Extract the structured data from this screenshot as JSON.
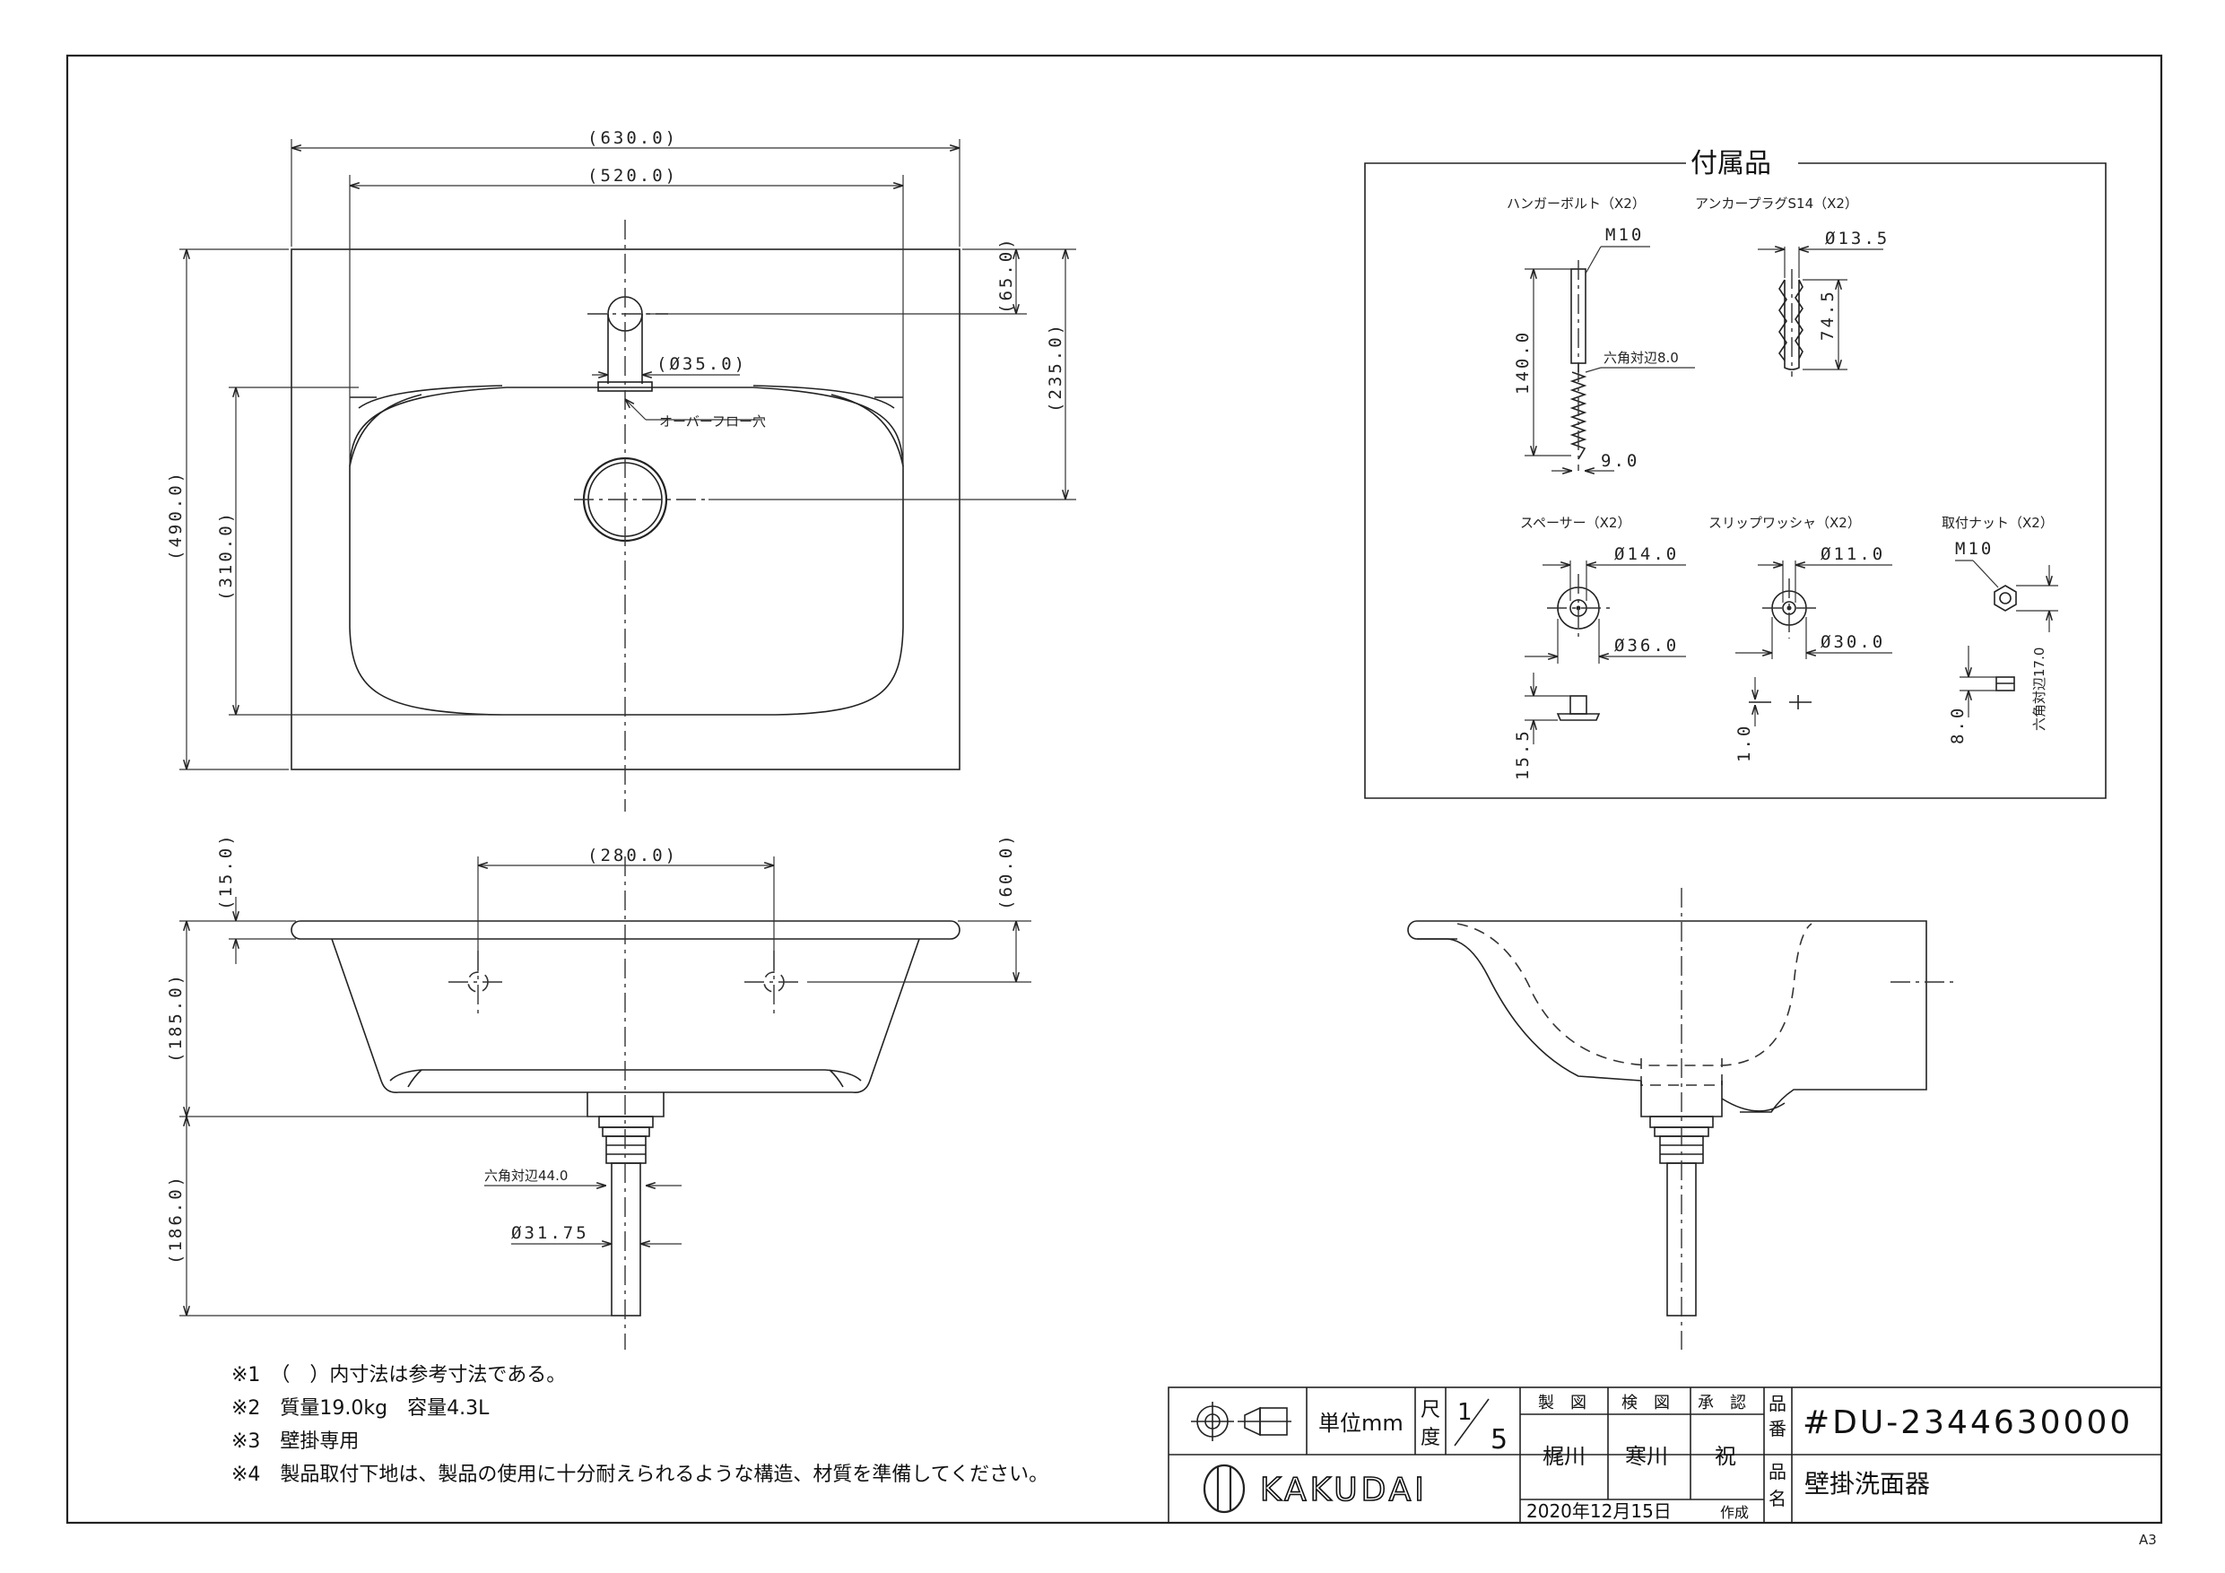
{
  "sheet": {
    "size_mark": "A3"
  },
  "top_view": {
    "dim_overall_width": "(630.0)",
    "dim_inner_width": "(520.0)",
    "dim_overall_depth": "(490.0)",
    "dim_bowl_depth": "(310.0)",
    "dim_faucet_offset": "(65.0)",
    "dim_drain_offset": "(235.0)",
    "dim_faucet_hole": "(Ø35.0)",
    "overflow_label": "オーバーフロー穴"
  },
  "front_view": {
    "dim_hanger_spacing": "(280.0)",
    "dim_rim_thickness": "(15.0)",
    "dim_hanger_height": "(60.0)",
    "dim_bowl_height": "(185.0)",
    "dim_trap_height": "(186.0)",
    "dim_hex_width": "六角対辺44.0",
    "dim_pipe_diameter": "Ø31.75"
  },
  "accessories": {
    "title": "付属品",
    "hanger_bolt": {
      "label": "ハンガーボルト（X2）",
      "thread": "M10",
      "length": "140.0",
      "hex": "六角対辺8.0",
      "tip": "9.0"
    },
    "anchor_plug": {
      "label": "アンカープラグS14（X2）",
      "diameter": "Ø13.5",
      "length": "74.5"
    },
    "spacer": {
      "label": "スペーサー（X2）",
      "inner": "Ø14.0",
      "outer": "Ø36.0",
      "height": "15.5"
    },
    "slip_washer": {
      "label": "スリップワッシャ（X2）",
      "inner": "Ø11.0",
      "outer": "Ø30.0",
      "thickness": "1.0"
    },
    "nut": {
      "label": "取付ナット（X2）",
      "thread": "M10",
      "hex": "六角対辺17.0",
      "height": "8.0"
    }
  },
  "notes": [
    "※1　（　）内寸法は参考寸法である。",
    "※2　質量19.0kg　容量4.3L",
    "※3　壁掛専用",
    "※4　製品取付下地は、製品の使用に十分耐えられるような構造、材質を準備してください。"
  ],
  "title_block": {
    "unit_label": "単位mm",
    "scale_label_1": "尺",
    "scale_label_2": "度",
    "scale_num": "1",
    "scale_den": "5",
    "drawn_head": "製　図",
    "checked_head": "検　図",
    "approved_head": "承　認",
    "drawn_by": "梶川",
    "checked_by": "寒川",
    "approved_by": "祝",
    "part_no_head_1": "品",
    "part_no_head_2": "番",
    "part_no": "#DU-2344630000",
    "name_head_1": "品",
    "name_head_2": "名",
    "product_name": "壁掛洗面器",
    "brand": "KAKUDAI",
    "date": "2020年12月15日",
    "created": "作成"
  }
}
